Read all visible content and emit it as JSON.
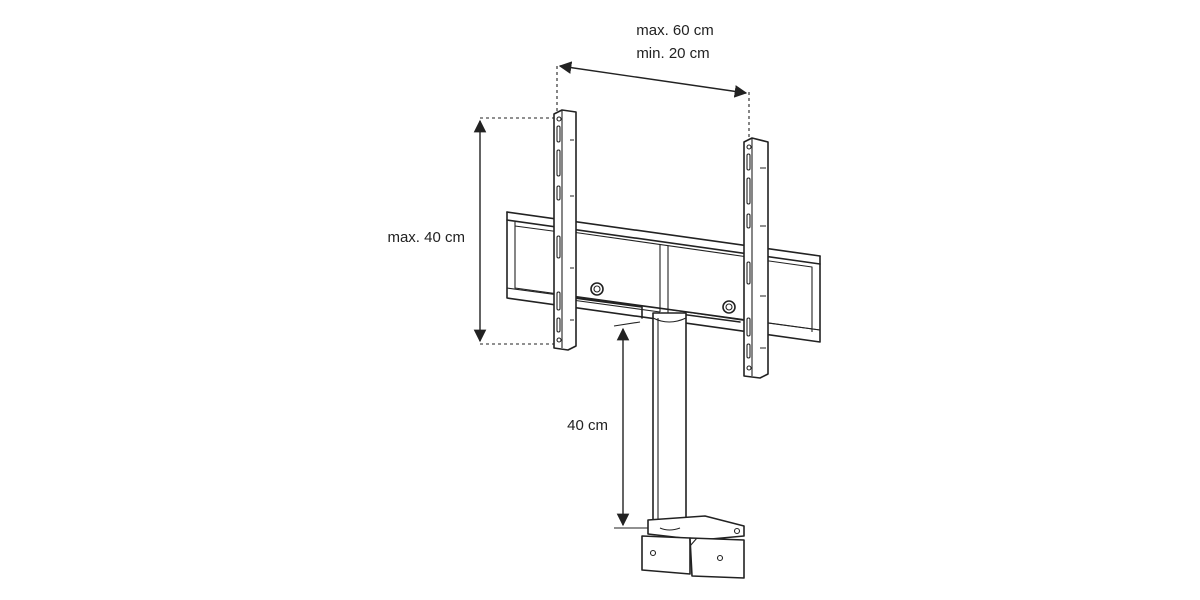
{
  "dimensions": {
    "width_max": "max. 60 cm",
    "width_min": "min. 20 cm",
    "height_max": "max. 40 cm",
    "column_height": "40 cm"
  },
  "colors": {
    "line": "#222222",
    "background": "#ffffff"
  }
}
